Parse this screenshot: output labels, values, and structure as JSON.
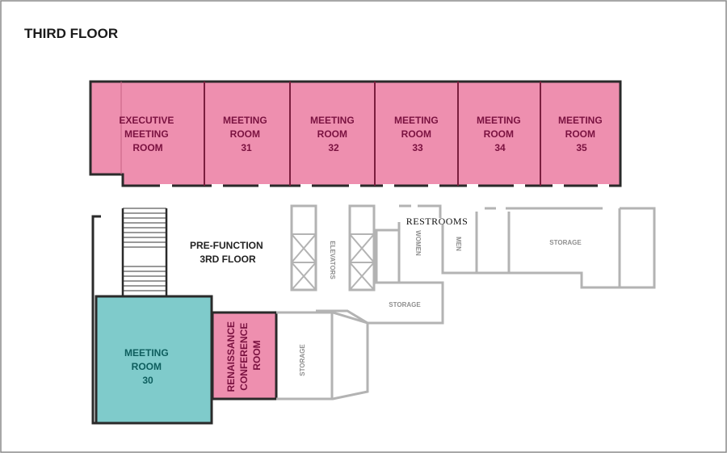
{
  "page_title": "THIRD FLOOR",
  "colors": {
    "pink_room": "#ee8faf",
    "teal_room": "#7fcbcb",
    "dark_wall": "#2a2a2a",
    "grey_wall": "#b3b3b3"
  },
  "rooms": {
    "executive": [
      "EXECUTIVE",
      "MEETING",
      "ROOM"
    ],
    "room31": [
      "MEETING",
      "ROOM",
      "31"
    ],
    "room32": [
      "MEETING",
      "ROOM",
      "32"
    ],
    "room33": [
      "MEETING",
      "ROOM",
      "33"
    ],
    "room34": [
      "MEETING",
      "ROOM",
      "34"
    ],
    "room35": [
      "MEETING",
      "ROOM",
      "35"
    ],
    "room30": [
      "MEETING",
      "ROOM",
      "30"
    ],
    "renaissance": [
      "RENAISSANCE",
      "CONFERENCE",
      "ROOM"
    ]
  },
  "areas": {
    "prefunction": [
      "PRE-FUNCTION",
      "3RD FLOOR"
    ],
    "elevators": "ELEVATORS",
    "restrooms": "RESTROOMS",
    "women": "WOMEN",
    "men": "MEN",
    "storage_right": "STORAGE",
    "storage_mid": "STORAGE",
    "storage_left": "STORAGE"
  }
}
